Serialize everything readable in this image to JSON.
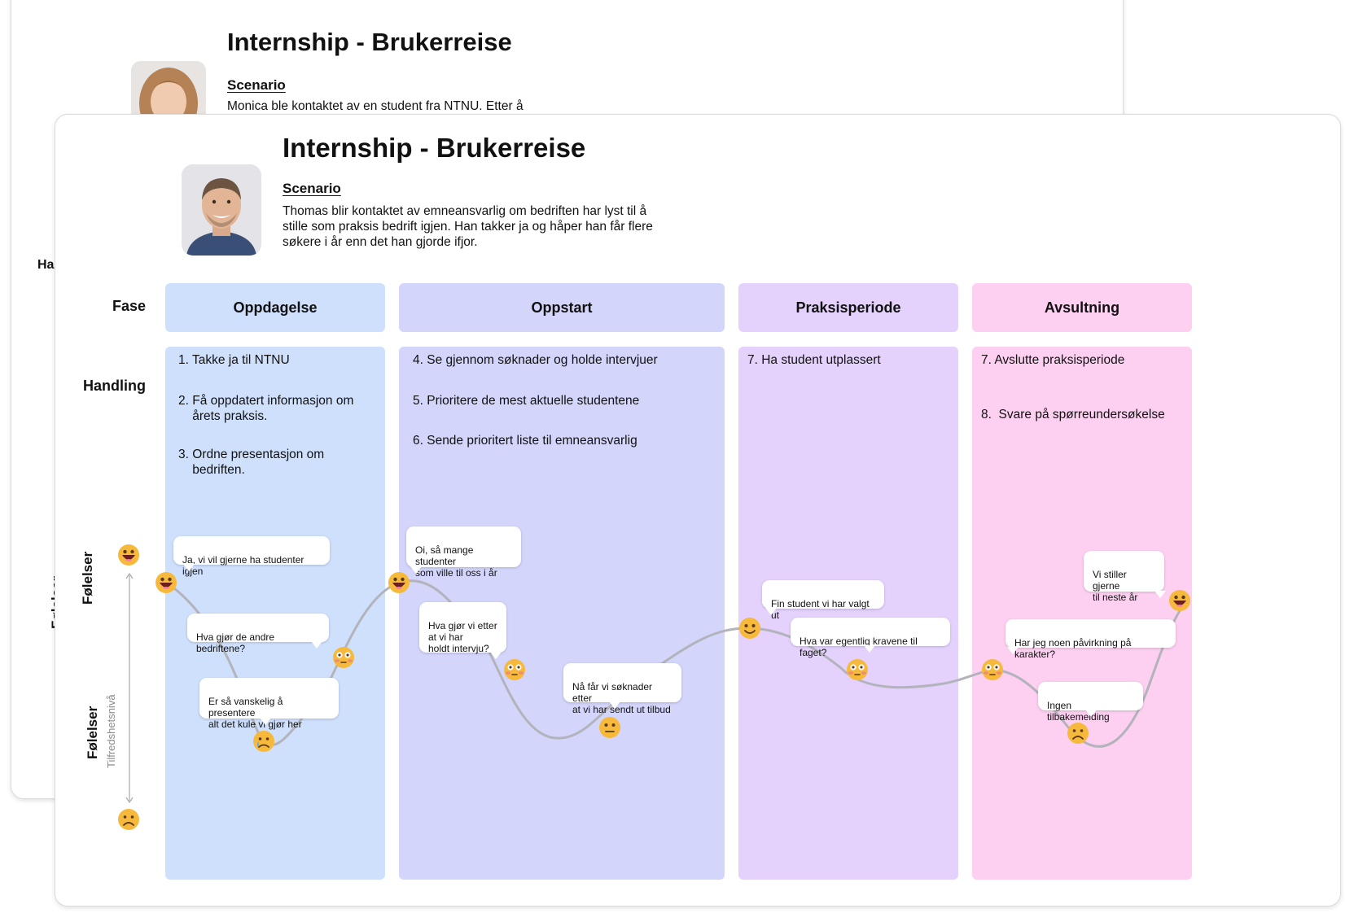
{
  "back_card": {
    "title": "Internship - Brukerreise",
    "scenario_label": "Scenario",
    "scenario_text": "Monica ble kontaktet av en student fra NTNU. Etter å",
    "partial_row_label": "Ha",
    "partial_side_label": "Følelser"
  },
  "front_card": {
    "title": "Internship - Brukerreise",
    "scenario_label": "Scenario",
    "scenario_lines": [
      "Thomas blir kontaktet av emneansvarlig om bedriften har lyst til å",
      "stille som praksis bedrift igjen. Han takker ja og håper han får flere",
      "søkere i år enn det han gjorde ifjor."
    ],
    "row_labels": {
      "phase": "Fase",
      "action": "Handling",
      "emotion": "Følelser",
      "satisfaction": "Tilfredshetsnivå"
    },
    "colors": {
      "oppdagelse": "#cfe0fd",
      "oppstart": "#d3d5fb",
      "praksisperiode": "#e4d2fc",
      "avslutning": "#fdd0f1",
      "curve": "#b3b3bb"
    },
    "phases": [
      {
        "name": "Oppdagelse",
        "actions": [
          "1. Takke ja til NTNU",
          "2. Få oppdatert informasjon om\n    årets praksis.",
          "3. Ordne presentasjon om\n    bedriften."
        ]
      },
      {
        "name": "Oppstart",
        "actions": [
          "4. Se gjennom søknader og holde intervjuer",
          "5. Prioritere de mest aktuelle studentene",
          "6. Sende prioritert liste til emneansvarlig"
        ]
      },
      {
        "name": "Praksisperiode",
        "actions": [
          "7. Ha student utplassert"
        ]
      },
      {
        "name": "Avsultning",
        "actions": [
          "7. Avslutte praksisperiode",
          "8.  Svare på spørreundersøkelse"
        ]
      }
    ],
    "quotes": [
      "Ja, vi vil gjerne ha studenter igjen",
      "Hva gjør de andre bedriftene?",
      "Er så vanskelig å presentere\nalt det kule vi gjør her",
      "Oi, så mange studenter\n som ville til oss i år",
      "Hva gjør vi etter\nat vi har\nholdt intervju?",
      "Nå får vi søknader etter\nat vi har sendt ut tilbud",
      "Fin student vi har valgt ut",
      "Hva var egentlig kravene til faget?",
      "Vi stiller gjerne\n til neste år",
      "Har jeg noen påvirkning på karakter?",
      "Ingen tilbakemelding"
    ],
    "emotion_icons": [
      "grinning-icon",
      "flushed-icon",
      "crying-icon",
      "grinning-icon",
      "flushed-icon",
      "neutral-icon",
      "smiling-icon",
      "flushed-icon",
      "flushed-icon",
      "frowning-icon",
      "grinning-icon"
    ],
    "scale_top_icon": "grinning-icon",
    "scale_bottom_icon": "frowning-icon"
  }
}
